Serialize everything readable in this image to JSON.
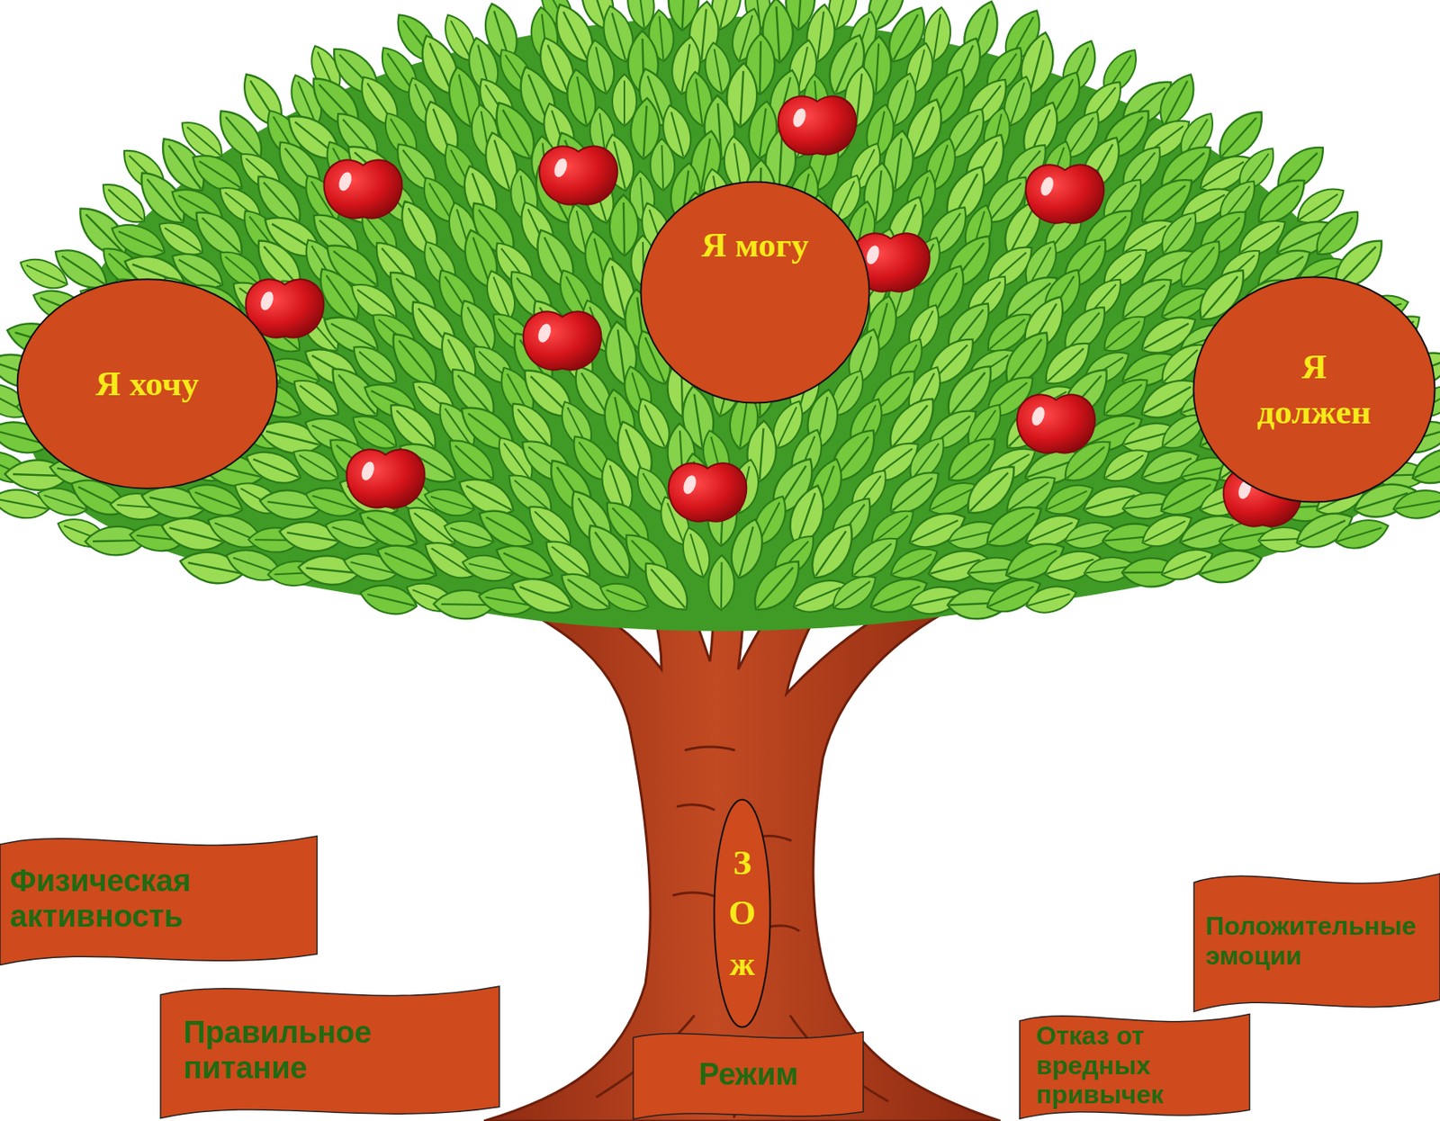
{
  "diagram": {
    "nodes": [
      {
        "text": [
          "Я хочу"
        ]
      },
      {
        "text": [
          "Я могу"
        ]
      },
      {
        "text": [
          "Я должен"
        ]
      },
      {
        "text": [
          "З О ж"
        ]
      },
      {
        "text": [
          "Физическая активность"
        ]
      },
      {
        "text": [
          "Положительные эмоции"
        ]
      },
      {
        "text": [
          "Правильное питание"
        ]
      },
      {
        "text": [
          "Отказ от вредных привычек"
        ]
      },
      {
        "text": [
          "Режим"
        ]
      }
    ]
  }
}
